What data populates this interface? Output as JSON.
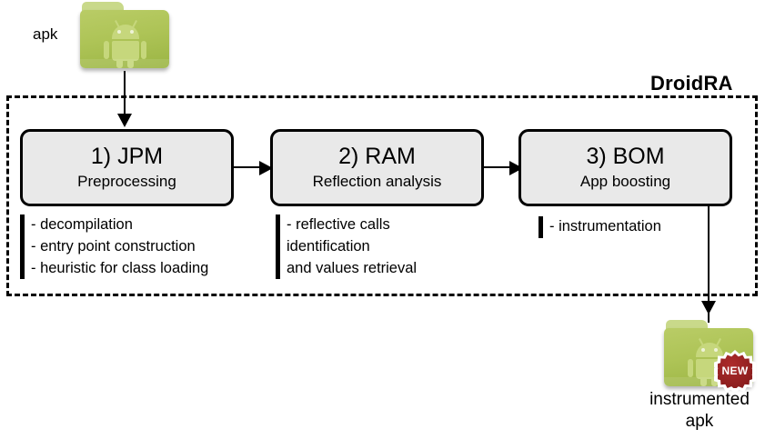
{
  "diagram": {
    "title": "DroidRA",
    "input": {
      "label": "apk",
      "icon": "android-folder-icon"
    },
    "output": {
      "label": "instrumented\napk",
      "icon": "android-folder-icon",
      "badge": "NEW"
    },
    "steps": [
      {
        "title": "1) JPM",
        "subtitle": "Preprocessing",
        "details": [
          "- decompilation",
          "- entry point construction",
          "- heuristic for class loading"
        ]
      },
      {
        "title": "2) RAM",
        "subtitle": "Reflection analysis",
        "details": [
          "- reflective calls",
          "  identification",
          "  and values retrieval"
        ]
      },
      {
        "title": "3) BOM",
        "subtitle": "App boosting",
        "details": [
          "- instrumentation"
        ]
      }
    ],
    "colors": {
      "box_fill": "#e9e9e9",
      "box_border": "#000000",
      "folder_green": "#aec457",
      "badge_red": "#8e1f1f",
      "background": "#ffffff"
    }
  }
}
